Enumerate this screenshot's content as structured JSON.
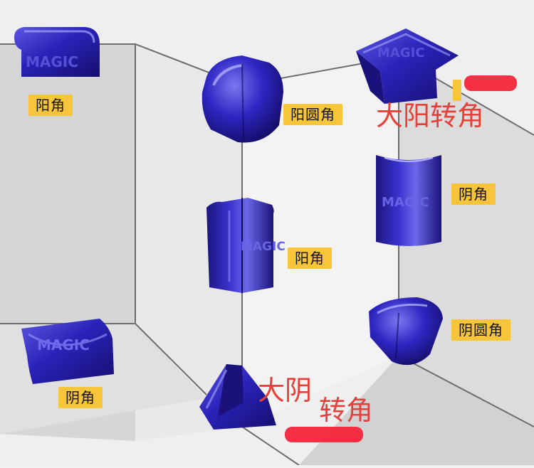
{
  "watermark": "MAGIC",
  "labels": {
    "yang_top_left": "阳角",
    "yang_round_mid": "阳圆角",
    "big_yang_turn": "大阳转角",
    "yin_right_upper": "阴角",
    "yang_mid": "阳角",
    "yin_round_right": "阴圆角",
    "yin_bottom_left": "阴角",
    "big_yin_a": "大阴",
    "big_yin_b": "转角"
  },
  "colors": {
    "tile": "#2a22b8",
    "tile_dark": "#1a127a",
    "tile_light": "#6f6ae6",
    "tag": "#f7c53a",
    "annotation": "#e4413a",
    "wall": "#d3d3d3",
    "wall_light": "#e6e6e6"
  }
}
